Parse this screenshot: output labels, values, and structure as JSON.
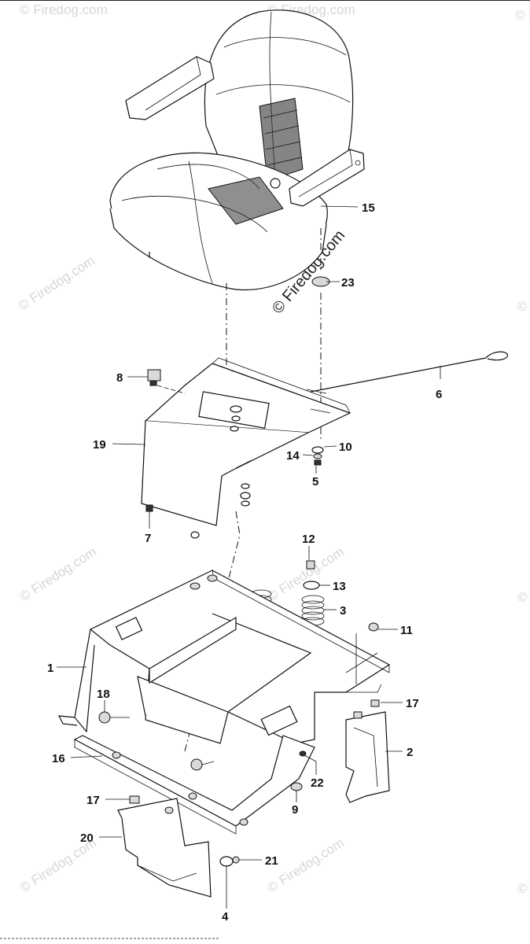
{
  "watermark": {
    "text": "© Firedog.com",
    "center_text": "© Firedog.com"
  },
  "parts": [
    {
      "id": "15",
      "label": "15"
    },
    {
      "id": "23",
      "label": "23"
    },
    {
      "id": "8",
      "label": "8"
    },
    {
      "id": "6",
      "label": "6"
    },
    {
      "id": "19",
      "label": "19"
    },
    {
      "id": "10",
      "label": "10"
    },
    {
      "id": "14",
      "label": "14"
    },
    {
      "id": "5",
      "label": "5"
    },
    {
      "id": "7",
      "label": "7"
    },
    {
      "id": "12",
      "label": "12"
    },
    {
      "id": "13",
      "label": "13"
    },
    {
      "id": "3",
      "label": "3"
    },
    {
      "id": "11",
      "label": "11"
    },
    {
      "id": "1",
      "label": "1"
    },
    {
      "id": "17a",
      "label": "17"
    },
    {
      "id": "18",
      "label": "18"
    },
    {
      "id": "2",
      "label": "2"
    },
    {
      "id": "16",
      "label": "16"
    },
    {
      "id": "22",
      "label": "22"
    },
    {
      "id": "17b",
      "label": "17"
    },
    {
      "id": "9",
      "label": "9"
    },
    {
      "id": "20",
      "label": "20"
    },
    {
      "id": "21",
      "label": "21"
    },
    {
      "id": "4",
      "label": "4"
    }
  ]
}
